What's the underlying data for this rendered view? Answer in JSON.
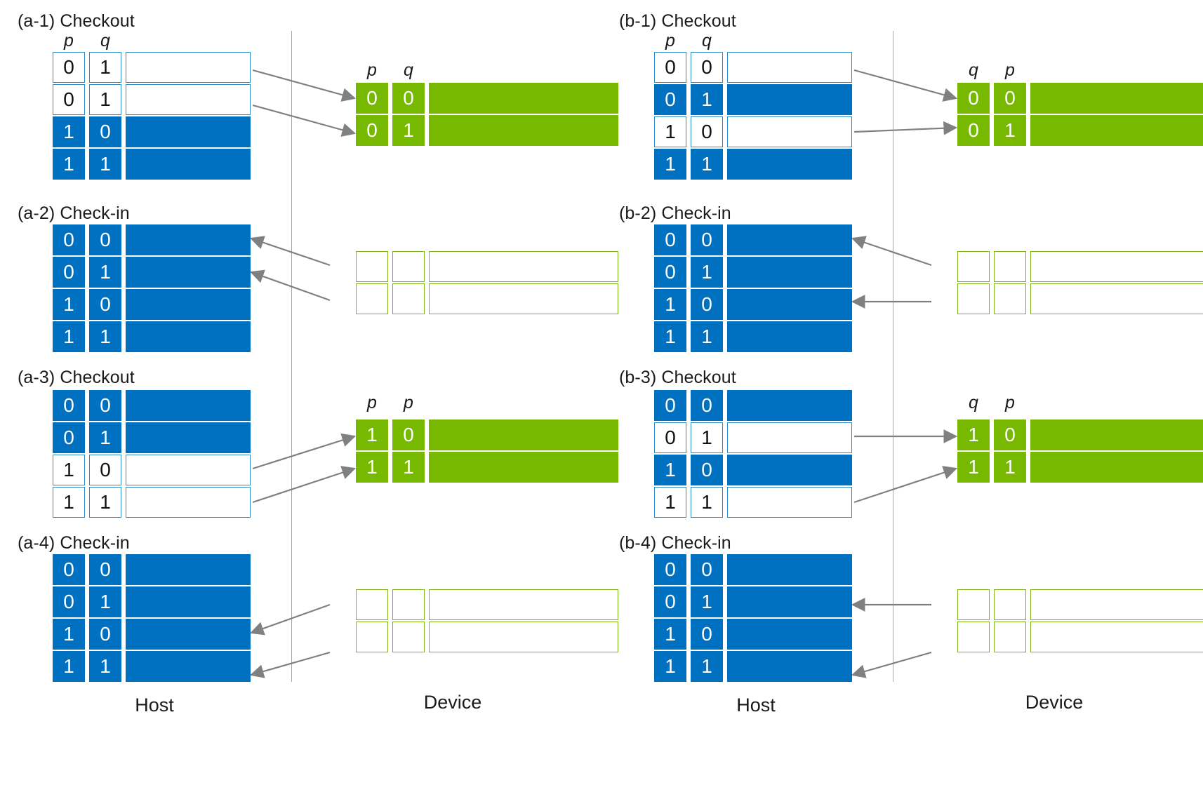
{
  "figure": {
    "host_label": "Host",
    "device_label": "Device",
    "blue_color": "#0070c0",
    "green_color": "#76b900",
    "arrow_color": "#808080",
    "divider_color": "#a6a6a6"
  },
  "panels": [
    {
      "id": "a",
      "steps": [
        {
          "id": "a-1",
          "title": "(a-1) Checkout",
          "host": {
            "headers": [
              "p",
              "q"
            ],
            "rows": [
              {
                "p": "0",
                "q": "1",
                "state": "empty"
              },
              {
                "p": "0",
                "q": "1",
                "state": "empty"
              },
              {
                "p": "1",
                "q": "0",
                "state": "filled"
              },
              {
                "p": "1",
                "q": "1",
                "state": "filled"
              }
            ]
          },
          "device": {
            "headers": [
              "p",
              "q"
            ],
            "rows": [
              {
                "p": "0",
                "q": "0",
                "state": "filled"
              },
              {
                "p": "0",
                "q": "1",
                "state": "filled"
              }
            ]
          }
        },
        {
          "id": "a-2",
          "title": "(a-2) Check-in",
          "host": {
            "headers": [
              "",
              ""
            ],
            "rows": [
              {
                "p": "0",
                "q": "0",
                "state": "filled"
              },
              {
                "p": "0",
                "q": "1",
                "state": "filled"
              },
              {
                "p": "1",
                "q": "0",
                "state": "filled"
              },
              {
                "p": "1",
                "q": "1",
                "state": "filled"
              }
            ]
          },
          "device": {
            "headers": [
              "",
              ""
            ],
            "rows": [
              {
                "p": "",
                "q": "",
                "state": "empty"
              },
              {
                "p": "",
                "q": "",
                "state": "empty"
              }
            ]
          }
        },
        {
          "id": "a-3",
          "title": "(a-3) Checkout",
          "host": {
            "headers": [
              "",
              ""
            ],
            "rows": [
              {
                "p": "0",
                "q": "0",
                "state": "filled"
              },
              {
                "p": "0",
                "q": "1",
                "state": "filled"
              },
              {
                "p": "1",
                "q": "0",
                "state": "empty"
              },
              {
                "p": "1",
                "q": "1",
                "state": "empty"
              }
            ]
          },
          "device": {
            "headers": [
              "p",
              "p"
            ],
            "rows": [
              {
                "p": "1",
                "q": "0",
                "state": "filled"
              },
              {
                "p": "1",
                "q": "1",
                "state": "filled"
              }
            ]
          }
        },
        {
          "id": "a-4",
          "title": "(a-4) Check-in",
          "host": {
            "headers": [
              "",
              ""
            ],
            "rows": [
              {
                "p": "0",
                "q": "0",
                "state": "filled"
              },
              {
                "p": "0",
                "q": "1",
                "state": "filled"
              },
              {
                "p": "1",
                "q": "0",
                "state": "filled"
              },
              {
                "p": "1",
                "q": "1",
                "state": "filled"
              }
            ]
          },
          "device": {
            "headers": [
              "",
              ""
            ],
            "rows": [
              {
                "p": "",
                "q": "",
                "state": "empty"
              },
              {
                "p": "",
                "q": "",
                "state": "empty"
              }
            ]
          }
        }
      ]
    },
    {
      "id": "b",
      "steps": [
        {
          "id": "b-1",
          "title": "(b-1) Checkout",
          "host": {
            "headers": [
              "p",
              "q"
            ],
            "rows": [
              {
                "p": "0",
                "q": "0",
                "state": "empty"
              },
              {
                "p": "0",
                "q": "1",
                "state": "filled"
              },
              {
                "p": "1",
                "q": "0",
                "state": "empty"
              },
              {
                "p": "1",
                "q": "1",
                "state": "filled"
              }
            ]
          },
          "device": {
            "headers": [
              "q",
              "p"
            ],
            "rows": [
              {
                "p": "0",
                "q": "0",
                "state": "filled"
              },
              {
                "p": "0",
                "q": "1",
                "state": "filled"
              }
            ]
          }
        },
        {
          "id": "b-2",
          "title": "(b-2) Check-in",
          "host": {
            "headers": [
              "",
              ""
            ],
            "rows": [
              {
                "p": "0",
                "q": "0",
                "state": "filled"
              },
              {
                "p": "0",
                "q": "1",
                "state": "filled"
              },
              {
                "p": "1",
                "q": "0",
                "state": "filled"
              },
              {
                "p": "1",
                "q": "1",
                "state": "filled"
              }
            ]
          },
          "device": {
            "headers": [
              "",
              ""
            ],
            "rows": [
              {
                "p": "",
                "q": "",
                "state": "empty"
              },
              {
                "p": "",
                "q": "",
                "state": "empty"
              }
            ]
          }
        },
        {
          "id": "b-3",
          "title": "(b-3) Checkout",
          "host": {
            "headers": [
              "",
              ""
            ],
            "rows": [
              {
                "p": "0",
                "q": "0",
                "state": "filled"
              },
              {
                "p": "0",
                "q": "1",
                "state": "empty"
              },
              {
                "p": "1",
                "q": "0",
                "state": "filled"
              },
              {
                "p": "1",
                "q": "1",
                "state": "empty"
              }
            ]
          },
          "device": {
            "headers": [
              "q",
              "p"
            ],
            "rows": [
              {
                "p": "1",
                "q": "0",
                "state": "filled"
              },
              {
                "p": "1",
                "q": "1",
                "state": "filled"
              }
            ]
          }
        },
        {
          "id": "b-4",
          "title": "(b-4) Check-in",
          "host": {
            "headers": [
              "",
              ""
            ],
            "rows": [
              {
                "p": "0",
                "q": "0",
                "state": "filled"
              },
              {
                "p": "0",
                "q": "1",
                "state": "filled"
              },
              {
                "p": "1",
                "q": "0",
                "state": "filled"
              },
              {
                "p": "1",
                "q": "1",
                "state": "filled"
              }
            ]
          },
          "device": {
            "headers": [
              "",
              ""
            ],
            "rows": [
              {
                "p": "",
                "q": "",
                "state": "empty"
              },
              {
                "p": "",
                "q": "",
                "state": "empty"
              }
            ]
          }
        }
      ]
    }
  ]
}
